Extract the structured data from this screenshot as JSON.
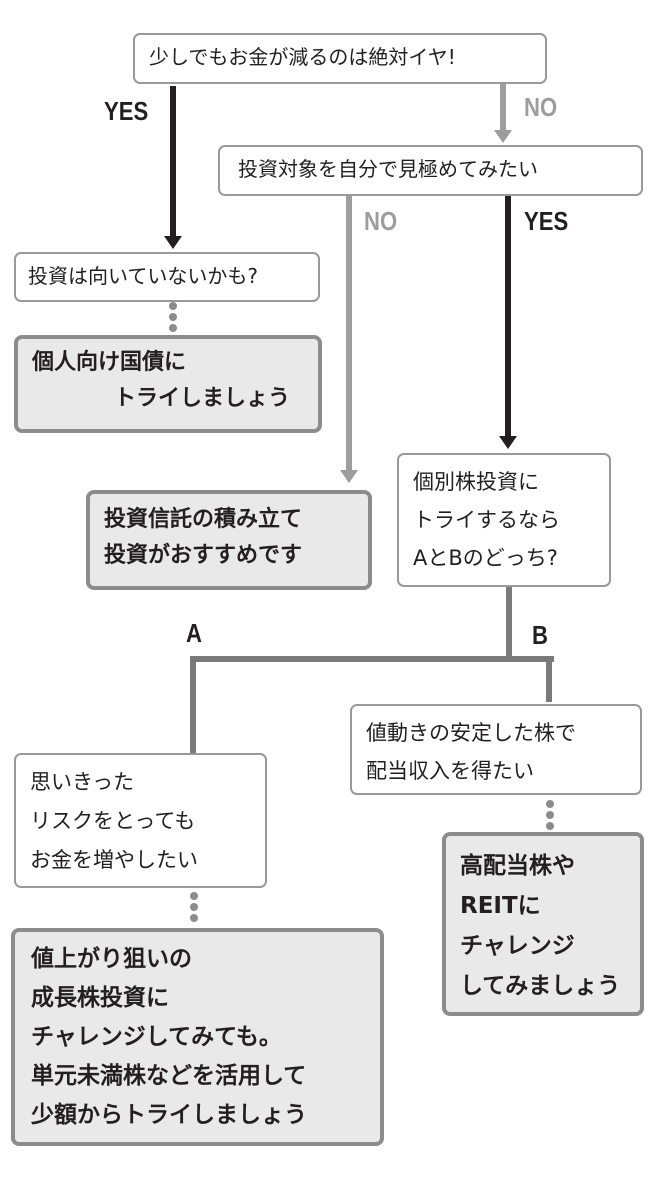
{
  "colors": {
    "yes_path": "#231f20",
    "no_path": "#9d9d9d",
    "ab_path": "#7a7a7a",
    "answer_fill": "#e9e9e9",
    "answer_border": "#8c8c8c",
    "question_border": "#9a9a9a"
  },
  "labels": {
    "yes": "YES",
    "no": "NO",
    "a": "A",
    "b": "B"
  },
  "q1": {
    "text": "少しでもお金が減るのは絶対イヤ!"
  },
  "q2": {
    "text": "投資対象を自分で見極めてみたい"
  },
  "q3": {
    "text": "投資は向いていないかも?"
  },
  "ans_bond": {
    "lines": [
      "個人向け国債に",
      "トライしましょう"
    ]
  },
  "ans_fund": {
    "lines": [
      "投資信託の積み立て",
      "投資がおすすめです"
    ]
  },
  "q4": {
    "lines": [
      "個別株投資に",
      "トライするなら",
      "AとBのどっち?"
    ]
  },
  "q5a": {
    "lines": [
      "思いきった",
      "リスクをとっても",
      "お金を増やしたい"
    ]
  },
  "q5b": {
    "lines": [
      "値動きの安定した株で",
      "配当収入を得たい"
    ]
  },
  "ans_growth": {
    "lines": [
      "値上がり狙いの",
      "成長株投資に",
      "チャレンジしてみても。",
      "単元未満株などを活用して",
      "少額からトライしましょう"
    ]
  },
  "ans_dividend": {
    "lines": [
      "高配当株や",
      "REITに",
      "チャレンジ",
      "してみましょう"
    ]
  }
}
